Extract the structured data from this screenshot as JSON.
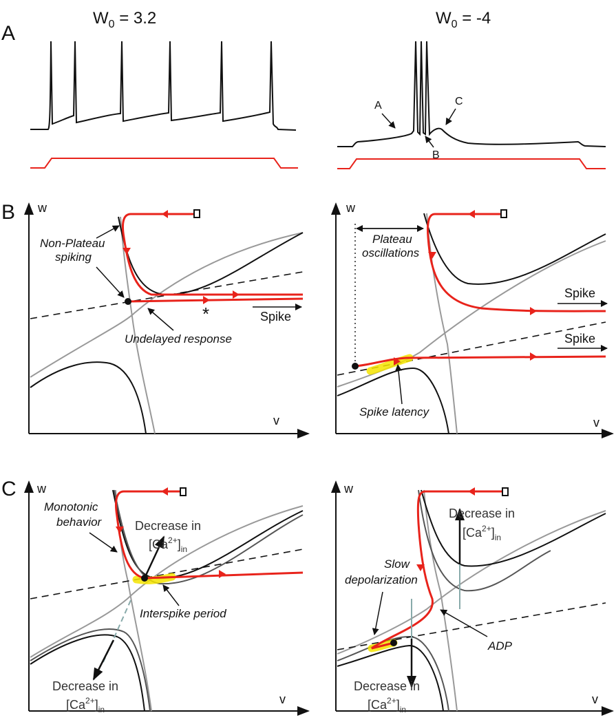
{
  "headers": {
    "left_prefix": "W",
    "left_sub": "0",
    "left_value": " = 3.2",
    "right_prefix": "W",
    "right_sub": "0",
    "right_value": " = -4"
  },
  "panels": {
    "a": "A",
    "b": "B",
    "c": "C"
  },
  "trace_labels": {
    "a": "A",
    "b": "B",
    "c": "C"
  },
  "axes": {
    "w": "w",
    "v": "v"
  },
  "panel_b": {
    "non_plateau_1": "Non-Plateau",
    "non_plateau_2": "spiking",
    "undelayed": "Undelayed response",
    "asterisk": "*",
    "spike": "Spike",
    "plateau_1": "Plateau",
    "plateau_2": "oscillations",
    "spike_right_1": "Spike",
    "spike_right_2": "Spike",
    "latency": "Spike latency"
  },
  "panel_c": {
    "monotonic_1": "Monotonic",
    "monotonic_2": "behavior",
    "decrease": "Decrease in",
    "ca_open": "[Ca",
    "ca_sup": "2+",
    "ca_close": "]",
    "ca_sub": "in",
    "interspike": "Interspike period",
    "slow_1": "Slow",
    "slow_2": "depolarization",
    "adp": "ADP"
  },
  "colors": {
    "trajectory": "#e8231b",
    "stimulus": "#e8231b",
    "highlight": "#f5e400",
    "nullcline_gray": "#9a9a9a",
    "ink": "#111111"
  }
}
